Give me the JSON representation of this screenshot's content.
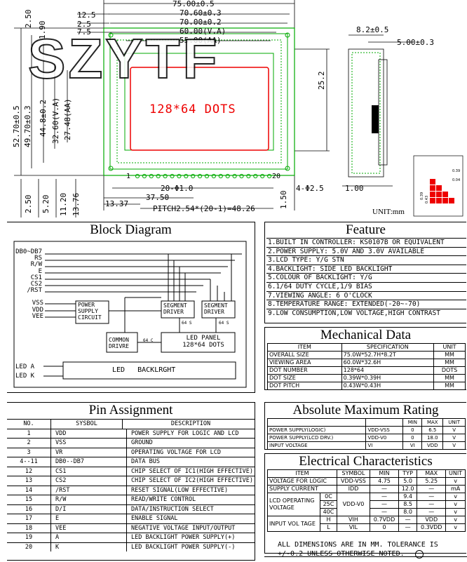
{
  "drawing": {
    "top_dims": [
      "75.00±0.5",
      "70.60±0.3",
      "70.00±0.2",
      "60.00(V.A)",
      "55.00(AA)"
    ],
    "top_left_dims": [
      "12.5",
      "2.5",
      "7.5"
    ],
    "left_vert_dims": [
      "2.50",
      "1.90",
      "52.70±0.5",
      "49.70±0.3",
      "44.8±0.2",
      "32.60(V.A)",
      "27.48(AA)"
    ],
    "right_vert_dim": "25.2",
    "screen_text": "128*64 DOTS",
    "pin_label_1": "1",
    "pin_label_20": "20",
    "bottom_dims": [
      "20-Φ1.0",
      "37.50",
      "13.37",
      "PITCH2.54*(20-1)=48.26",
      "4-Φ2.5"
    ],
    "bottom_left_dims": [
      "2.50",
      "5.20",
      "11.20",
      "13.76"
    ],
    "bottom_right_dim": "1.50",
    "side_dims": [
      "8.2±0.5",
      "5.00±0.3",
      "1.00"
    ],
    "dot_dims": [
      "0.39",
      "0.04",
      "0.39",
      "0.43"
    ],
    "unit": "UNIT:mm",
    "watermark": "SZYTF"
  },
  "block_diagram": {
    "title": "Block Diagram",
    "signals": [
      "DB0~DB7",
      "RS",
      "R/W",
      "E",
      "CS1",
      "CS2",
      "/RST",
      "VSS",
      "VDD",
      "VEE",
      "LED A",
      "LED K"
    ],
    "power_supply": "POWER SUPPLY CIRCUIT",
    "seg1": "SEGMENT DRIVER",
    "seg2": "SEGMENT DRIVER",
    "seg1_bus": "64 S",
    "seg2_bus": "64 S",
    "common": "COMMON DRIVRE",
    "common_bus": "64 C",
    "panel": "LED PANEL 128*64 DOTS",
    "backlight": "LED   BACKLRGHT"
  },
  "feature": {
    "title": "Feature",
    "items": [
      "1.BUILT IN CONTROLLER: KS0107B OR EQUIVALENT",
      "2.POWER SUPPLY: 5.0V AND 3.0V AVAILABLE",
      "3.LCD TYPE: Y/G STN",
      "4.BACKLIGHT: SIDE LED BACKLIGHT",
      "5.COLOUR OF BACKLIGHT: Y/G",
      "6.1/64 DUTY CYCLE,1/9 BIAS",
      "7.VIEWING ANGLE: 6 O'CLOCK",
      "8.TEMPERATURE RANGE: EXTENDED(-20~-70)",
      "9.LOW CONSUMPTION,LOW VOLTAGE,HIGH CONTRAST"
    ]
  },
  "mechanical": {
    "title": "Mechanical Data",
    "headers": [
      "ITEM",
      "SPECIFICATION",
      "UNIT"
    ],
    "rows": [
      [
        "OVERALL SIZE",
        "75.0W*52.7H*8.2T",
        "MM"
      ],
      [
        "VIEWING AREA",
        "60.0W*32.6H",
        "MM"
      ],
      [
        "DOT NUMBER",
        "128*64",
        "DOTS"
      ],
      [
        "DOT SIZE",
        "0.39W*0.39H",
        "MM"
      ],
      [
        "DOT PITCH",
        "0.43W*0.43H",
        "MM"
      ]
    ]
  },
  "pins": {
    "title": "Pin Assignment",
    "headers": [
      "NO.",
      "SYSBOL",
      "DESCRIPTION"
    ],
    "rows": [
      [
        "1",
        "VDD",
        "POWER SUPPLY FOR LOGIC AND LCD"
      ],
      [
        "2",
        "VSS",
        "GROUND"
      ],
      [
        "3",
        "VR",
        "OPERATING VOLTAGE FOR LCD"
      ],
      [
        "4--11",
        "DB0--DB7",
        "DATA BUS"
      ],
      [
        "12",
        "CS1",
        "CHIP SELECT OF IC1(HIGH EFFECTIVE)"
      ],
      [
        "13",
        "CS2",
        "CHIP SELECT OF IC2(HIGH EFFECTIVE)"
      ],
      [
        "14",
        "/RST",
        "RESET SIGNAL(LOW EFFECTIVE)"
      ],
      [
        "15",
        "R/W",
        "READ/WRITE CONTROL"
      ],
      [
        "16",
        "D/I",
        "DATA/INSTRUCTION SELECT"
      ],
      [
        "17",
        "E",
        "ENABLE SIGNAL"
      ],
      [
        "18",
        "VEE",
        "NEGATIVE VOLTAGE INPUT/OUTPUT"
      ],
      [
        "19",
        "A",
        "LED BACKLIGHT POWER SUPPLY(+)"
      ],
      [
        "20",
        "K",
        "LED BACKLIGHT POWER SUPPLY(-)"
      ]
    ]
  },
  "absolute": {
    "title": "Absolute Maximum Rating",
    "headers": [
      "",
      "",
      "MIN",
      "MAX",
      "UNIT"
    ],
    "rows": [
      [
        "POWER SUPPLY(LOGIC)",
        "VDD-VSS",
        "0",
        "6.5",
        "V"
      ],
      [
        "POWER SUPPLY(LCD DRV.)",
        "VDD-V0",
        "0",
        "18.0",
        "V"
      ],
      [
        "INPUT VOLTAGE",
        "VI",
        "VI",
        "VDD",
        "V"
      ]
    ]
  },
  "electrical": {
    "title": "Electrical Characteristics",
    "headers": [
      "ITEM",
      "SYMBOL",
      "MIN",
      "TYP",
      "MAX",
      "UNIT"
    ],
    "logic": [
      "VOLTAGE FOR LOGIC",
      "VDD-VSS",
      "4.75",
      "5.0",
      "5.25",
      "v"
    ],
    "current": [
      "SUPPLY CURRENT",
      "IDD",
      "—",
      "12.0",
      "—",
      "mA"
    ],
    "lcd_label": "LCD OPERATING VOLTAGE",
    "lcd_symbol": "VDD-V0",
    "lcd_rows": [
      [
        "0C",
        "—",
        "9.4",
        "—",
        "v"
      ],
      [
        "25C",
        "—",
        "8.5",
        "—",
        "v"
      ],
      [
        "40C",
        "—",
        "8.0",
        "—",
        "v"
      ]
    ],
    "input_label": "INPUT VOL TAGE",
    "input_rows": [
      [
        "H",
        "VIH",
        "0.7VDD",
        "—",
        "VDD",
        "v"
      ],
      [
        "L",
        "VIL",
        "0",
        "—",
        "0.3VDD",
        "v"
      ]
    ]
  },
  "note": "ALL DIMENSIONS ARE IN MM. TOLERANCE IS +/-0.2 UNLESS OTHERWISE NOTED."
}
